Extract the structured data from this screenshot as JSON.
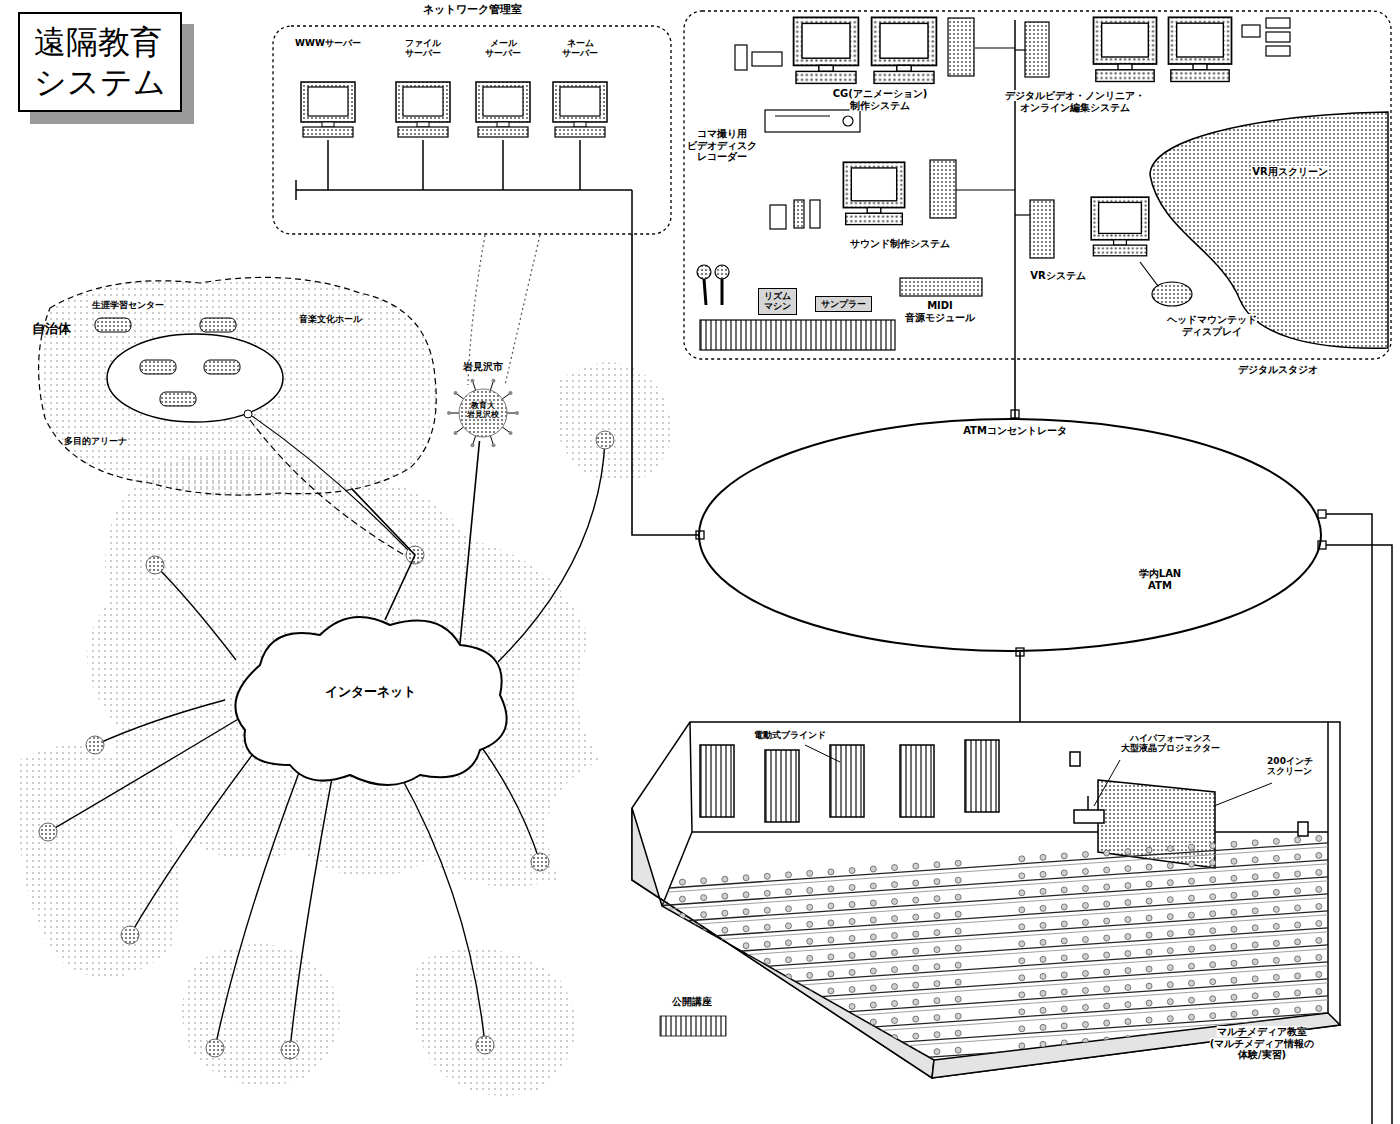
{
  "diagram": {
    "title": "遠隔教育 システム",
    "nodes": [
      {
        "text": [
          "ネットワーク管理室"
        ]
      },
      {
        "text": [
          "WWWサーバー"
        ],
        "in": 0
      },
      {
        "text": [
          "ファイル サーバー"
        ],
        "in": 0
      },
      {
        "text": [
          "メール サーバー"
        ],
        "in": 0
      },
      {
        "text": [
          "ネーム サーバー"
        ],
        "in": 0
      },
      {
        "text": [
          "デジタルスタジオ"
        ]
      },
      {
        "text": [
          "リズム マシン"
        ],
        "in": 5
      },
      {
        "text": [
          "サンプラー"
        ],
        "in": 5
      },
      {
        "text": [
          "学内LAN ATM"
        ]
      },
      {
        "text": [
          "マルチメディア教室 (マルチメディア情報の 体験/実習)"
        ]
      },
      {
        "text": [
          "インターネット"
        ]
      },
      {
        "text": [
          "自治体"
        ]
      },
      {
        "text": [
          "岩見沢市",
          "教育大 岩見沢校"
        ]
      }
    ],
    "edges": [
      {
        "from": 0,
        "to": 8,
        "arrow": "none"
      },
      {
        "from": 5,
        "to": 8,
        "arrow": "none"
      },
      {
        "from": 8,
        "to": 9,
        "arrow": "none"
      },
      {
        "from": 10,
        "to": 11,
        "arrow": "none"
      },
      {
        "from": 10,
        "to": 12,
        "arrow": "none"
      }
    ],
    "labels": [
      "ATMコンセントレータ",
      "CG(アニメーション) 制作システム",
      "デジタルビデオ・ノンリニア・ オンライン編集システム",
      "コマ撮り用 ビデオディスク レコーダー",
      "サウンド制作システム",
      "VRシステム",
      "VR用スクリーン",
      "ヘッドマウンテッド ディスプレイ",
      "MIDI 音源モジュール",
      "生涯学習センター",
      "音楽文化ホール",
      "多目的アリーナ",
      "電動式ブラインド",
      "ハイパフォーマンス 大型液晶プロジェクター",
      "200インチ スクリーン",
      "公開講座"
    ]
  }
}
